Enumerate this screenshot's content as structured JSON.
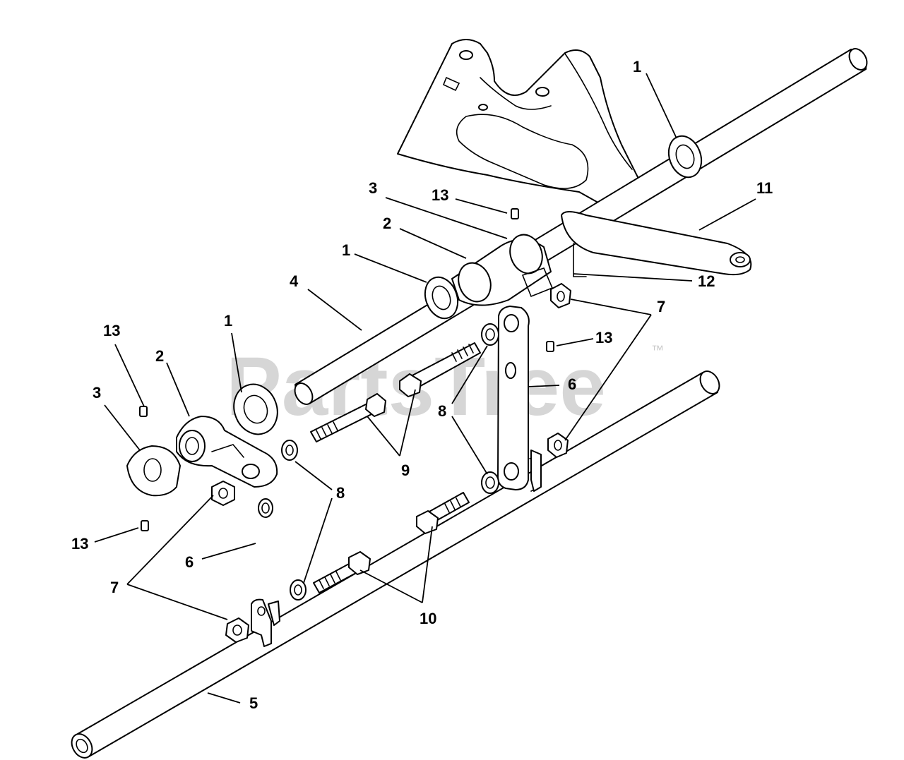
{
  "watermark": {
    "text": "PartsTree",
    "trademark": "™"
  },
  "callouts": {
    "c1_top": "1",
    "c11": "11",
    "c13_top": "13",
    "c3_top": "3",
    "c2_top": "2",
    "c1_mid": "1",
    "c12": "12",
    "c4": "4",
    "c7_right": "7",
    "c13_right": "13",
    "c13_left": "13",
    "c2_left": "2",
    "c1_left": "1",
    "c6_right": "6",
    "c3_left": "3",
    "c8_right": "8",
    "c9": "9",
    "c8_left": "8",
    "c13_bottom": "13",
    "c6_left": "6",
    "c7_left": "7",
    "c10": "10",
    "c5": "5"
  }
}
